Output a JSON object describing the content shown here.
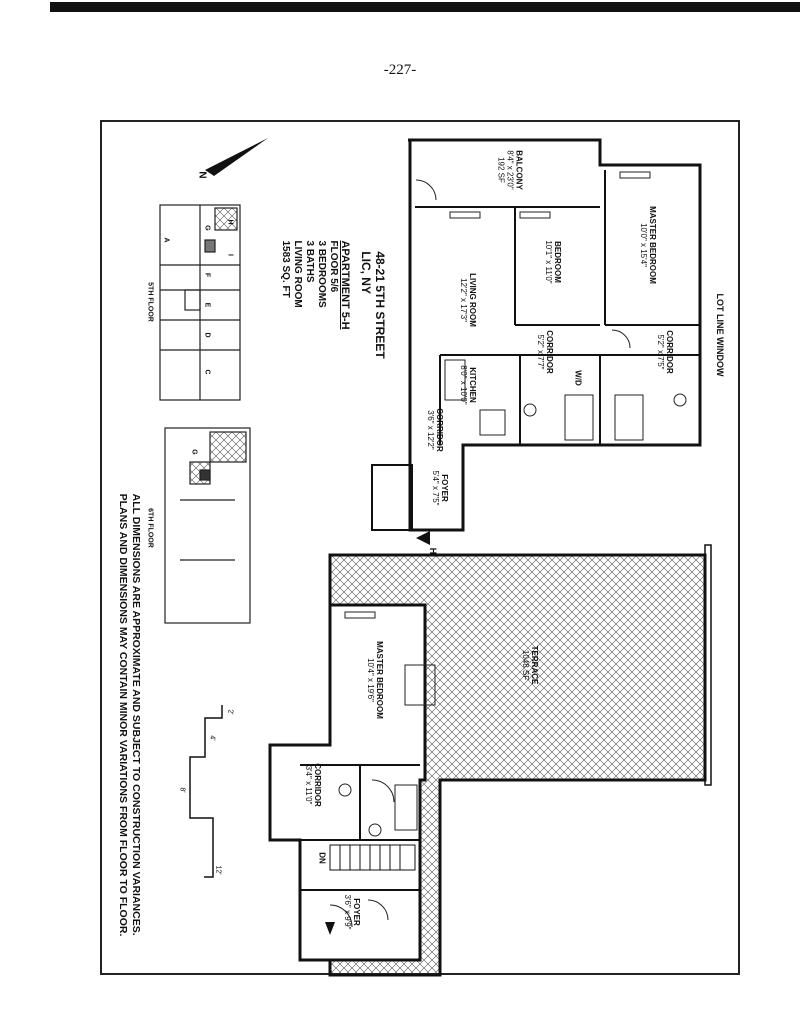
{
  "page_number": "-227-",
  "apartment": {
    "address_line1": "48-21 5TH STREET",
    "address_line2": "LIC, NY",
    "name": "APARTMENT 5-H",
    "details": [
      "FLOOR 5/6",
      "3 BEDROOMS",
      "3 BATHS",
      "LIVING ROOM",
      "1583 SQ. FT"
    ]
  },
  "rooms": {
    "balcony": {
      "name": "BALCONY",
      "dim": "8'4\" x 23'0\"",
      "area": "192 SF"
    },
    "master_bedroom_5": {
      "name": "MASTER BEDROOM",
      "dim": "10'0\" x 15'4\""
    },
    "bedroom": {
      "name": "BEDROOM",
      "dim": "10'1\" x 11'0\""
    },
    "living_room": {
      "name": "LIVING ROOM",
      "dim": "12'2\" x 17'3\""
    },
    "corridor_a": {
      "name": "CORRIDOR",
      "dim": "5'2\" x 7'7\""
    },
    "corridor_b": {
      "name": "CORRIDOR",
      "dim": "5'2\" x 7'5\""
    },
    "kitchen": {
      "name": "KITCHEN",
      "dim": "8'0\" x 10'0\""
    },
    "corridor_c": {
      "name": "CORRIDOR",
      "dim": "3'6\" x 12'2\""
    },
    "foyer_5": {
      "name": "FOYER",
      "dim": "5'4\" x 7'5\""
    },
    "wd": "W/D",
    "terrace": {
      "name": "TERRACE",
      "area": "1048 SF"
    },
    "master_bedroom_6": {
      "name": "MASTER BEDROOM",
      "dim": "10'4\" x 19'6\""
    },
    "corridor_d": {
      "name": "CORRIDOR",
      "dim": "3'4\" x 11'0\""
    },
    "foyer_6": {
      "name": "FOYER",
      "dim": "3'6\" x 9'9\""
    },
    "dn": "DN"
  },
  "labels": {
    "lot_line_window": "LOT LINE WINDOW",
    "north": "N",
    "unit_marker": "H",
    "floor5_caption": "5TH FLOOR",
    "floor6_caption": "6TH FLOOR",
    "floor5_units": [
      "A",
      "G",
      "H",
      "I",
      "F",
      "E",
      "D",
      "C"
    ],
    "floor6_unit": "G"
  },
  "scale": {
    "ticks": [
      "2'",
      "4'",
      "8'",
      "12'"
    ]
  },
  "disclaimer": [
    "ALL DIMENSIONS ARE APPROXIMATE AND SUBJECT TO CONSTRUCTION VARIANCES.",
    "PLANS AND DIMENSIONS MAY CONTAIN MINOR VARIATIONS FROM FLOOR TO FLOOR."
  ]
}
